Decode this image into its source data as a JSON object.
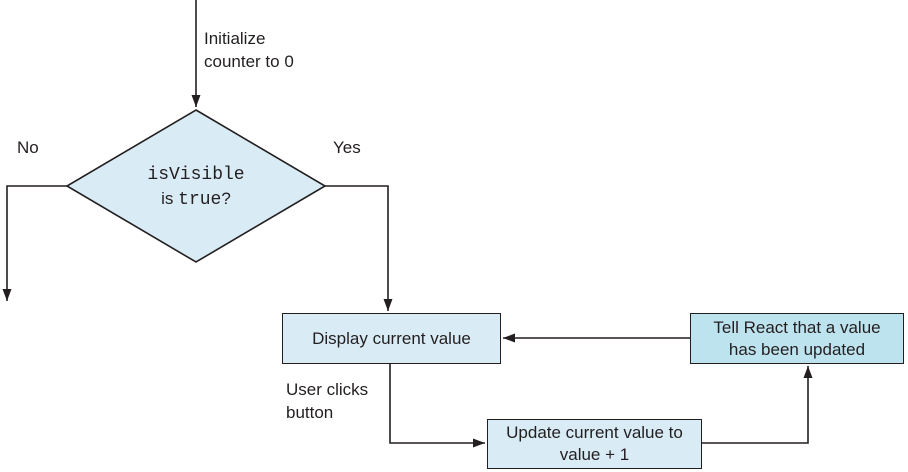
{
  "colors": {
    "box_fill": "#d9ecf6",
    "highlight_fill": "#bde3ef",
    "stroke": "#231f20",
    "text": "#231f20",
    "bg": "#ffffff"
  },
  "labels": {
    "init": "Initialize\ncounter to 0",
    "no": "No",
    "yes": "Yes",
    "user_clicks": "User clicks\nbutton"
  },
  "decision": {
    "code_line": "isVisible",
    "question_prefix": "is ",
    "question_code": "true",
    "question_suffix": "?"
  },
  "boxes": {
    "display": "Display current value",
    "update": "Update current value to\nvalue + 1",
    "tell_react": "Tell React that a value\nhas been updated"
  }
}
